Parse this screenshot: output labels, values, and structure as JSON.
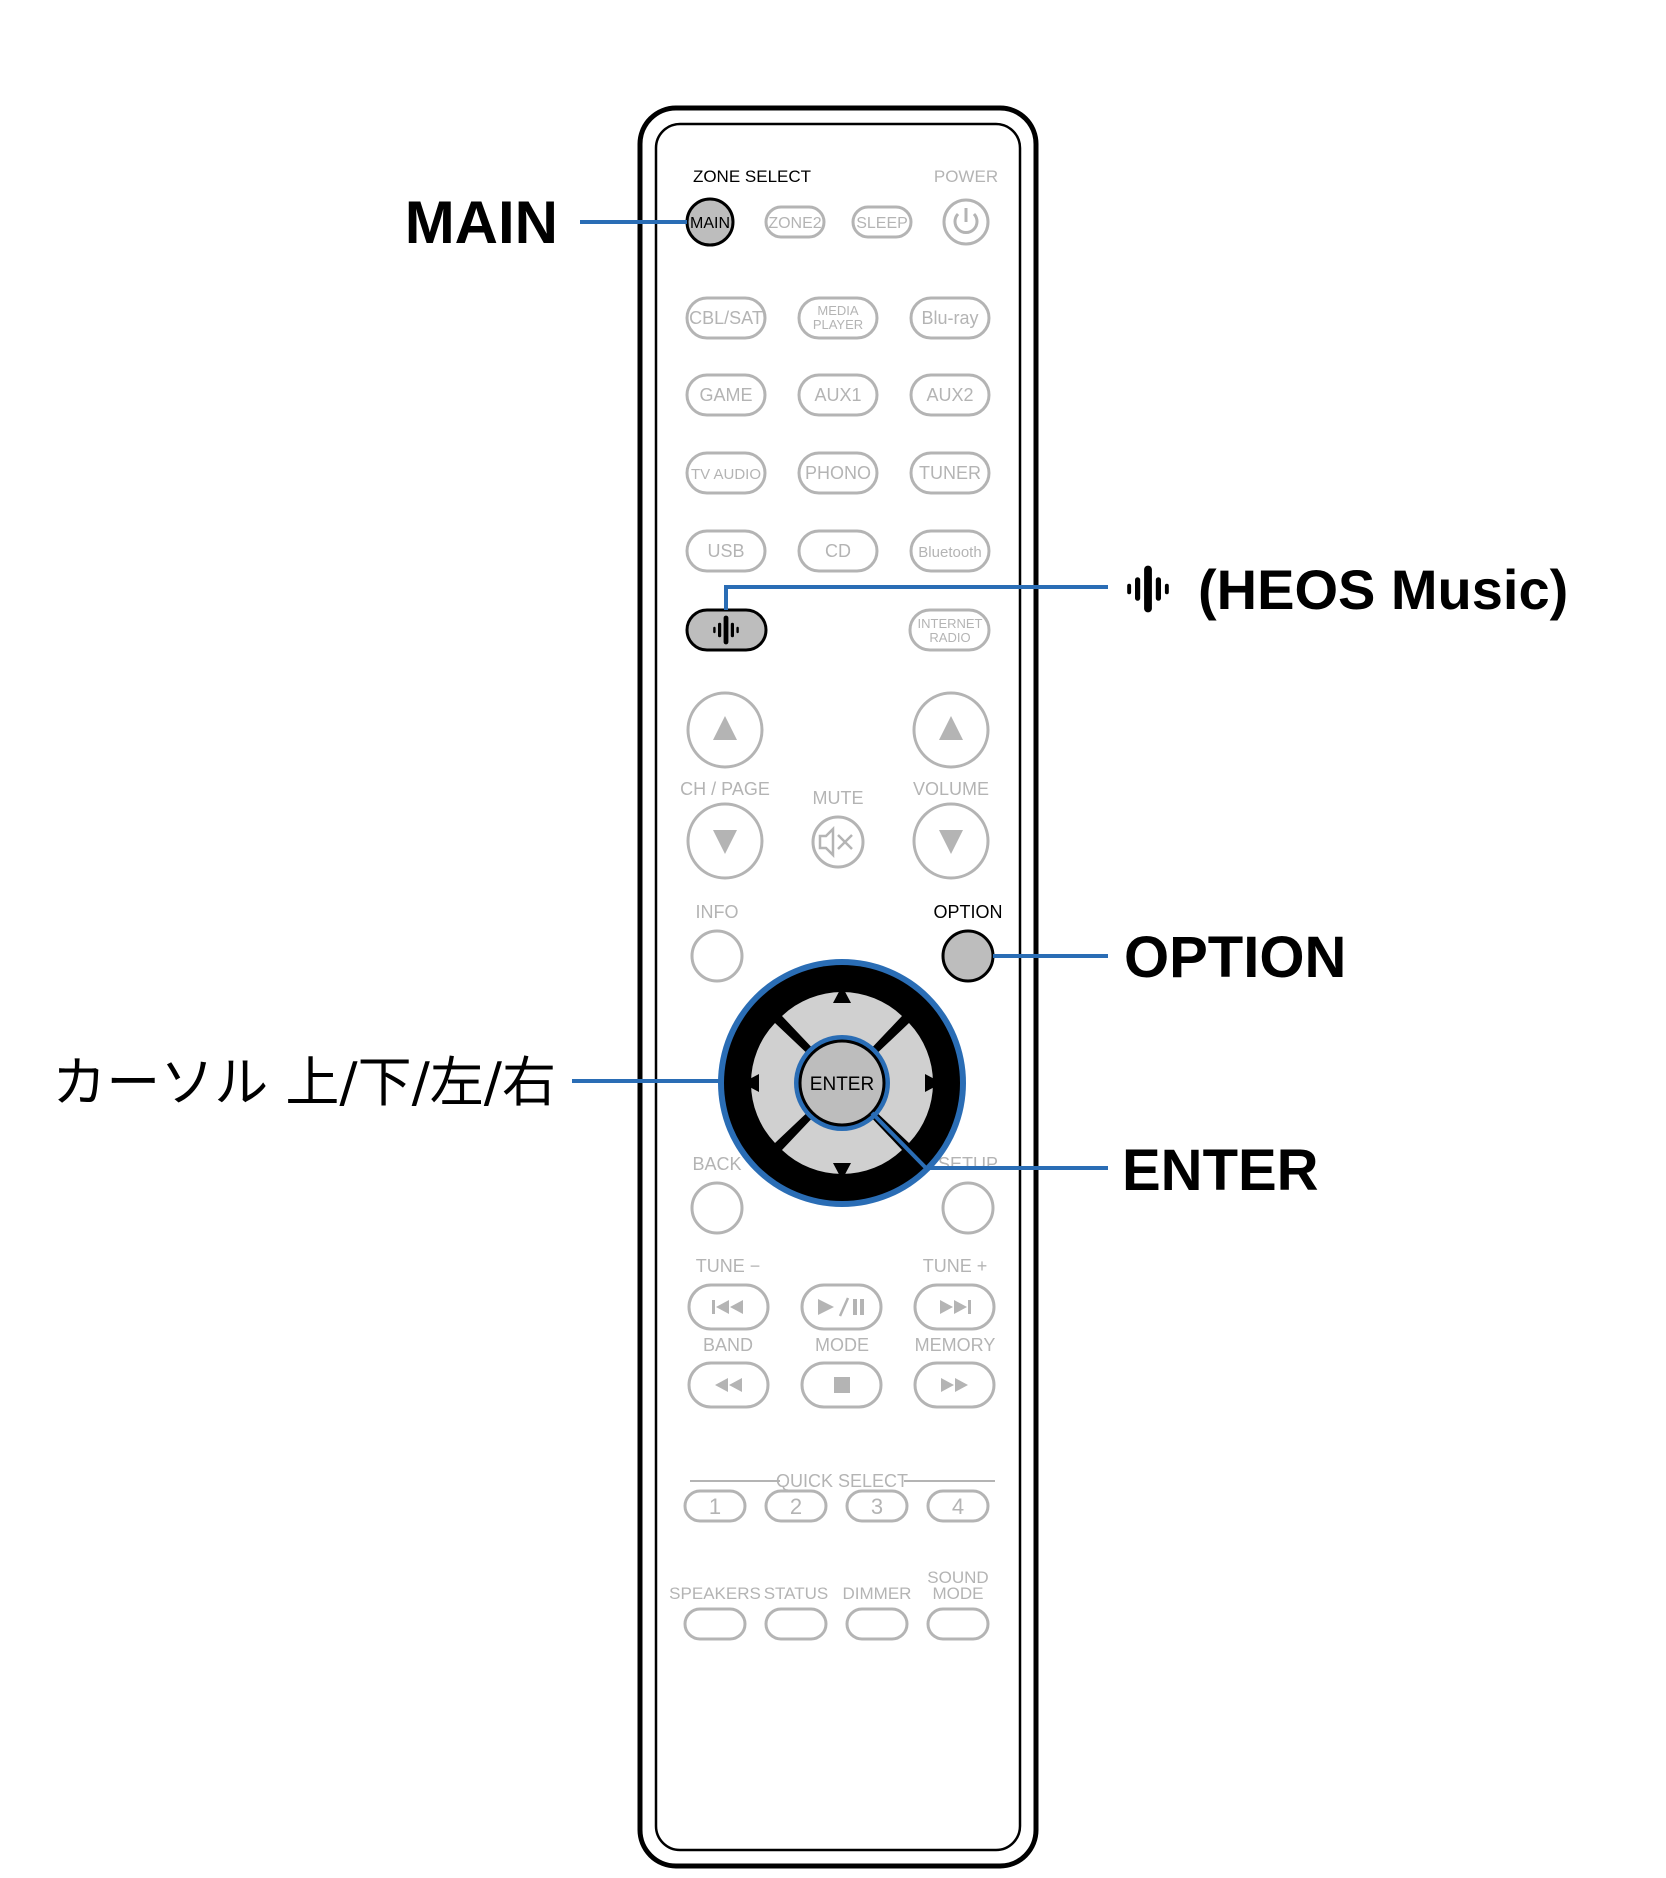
{
  "remote": {
    "zone_select": "ZONE SELECT",
    "power": "POWER",
    "main": "MAIN",
    "zone2": "ZONE2",
    "sleep": "SLEEP",
    "sources_row1": [
      "CBL/SAT",
      "MEDIA PLAYER",
      "Blu-ray"
    ],
    "sources_row2": [
      "GAME",
      "AUX1",
      "AUX2"
    ],
    "sources_row3": [
      "TV AUDIO",
      "PHONO",
      "TUNER"
    ],
    "sources_row4": [
      "USB",
      "CD",
      "Bluetooth"
    ],
    "internet_radio": "INTERNET RADIO",
    "ch_page": "CH / PAGE",
    "mute": "MUTE",
    "volume": "VOLUME",
    "info": "INFO",
    "option": "OPTION",
    "enter": "ENTER",
    "back": "BACK",
    "setup": "SETUP",
    "tune_minus": "TUNE −",
    "tune_plus": "TUNE +",
    "band": "BAND",
    "mode": "MODE",
    "memory": "MEMORY",
    "quick_select": "QUICK SELECT",
    "quick_select_numbers": [
      "1",
      "2",
      "3",
      "4"
    ],
    "bottom_labels": [
      "SPEAKERS",
      "STATUS",
      "DIMMER",
      "SOUND MODE"
    ]
  },
  "callouts": {
    "main": "MAIN",
    "heos": "(HEOS Music)",
    "option": "OPTION",
    "cursor": "カーソル 上/下/左/右",
    "enter": "ENTER"
  },
  "colors": {
    "accent": "#2a6db5",
    "outline": "#000000",
    "inactive": "#b4b4b4",
    "highlight_fill": "#bdbdbd"
  }
}
